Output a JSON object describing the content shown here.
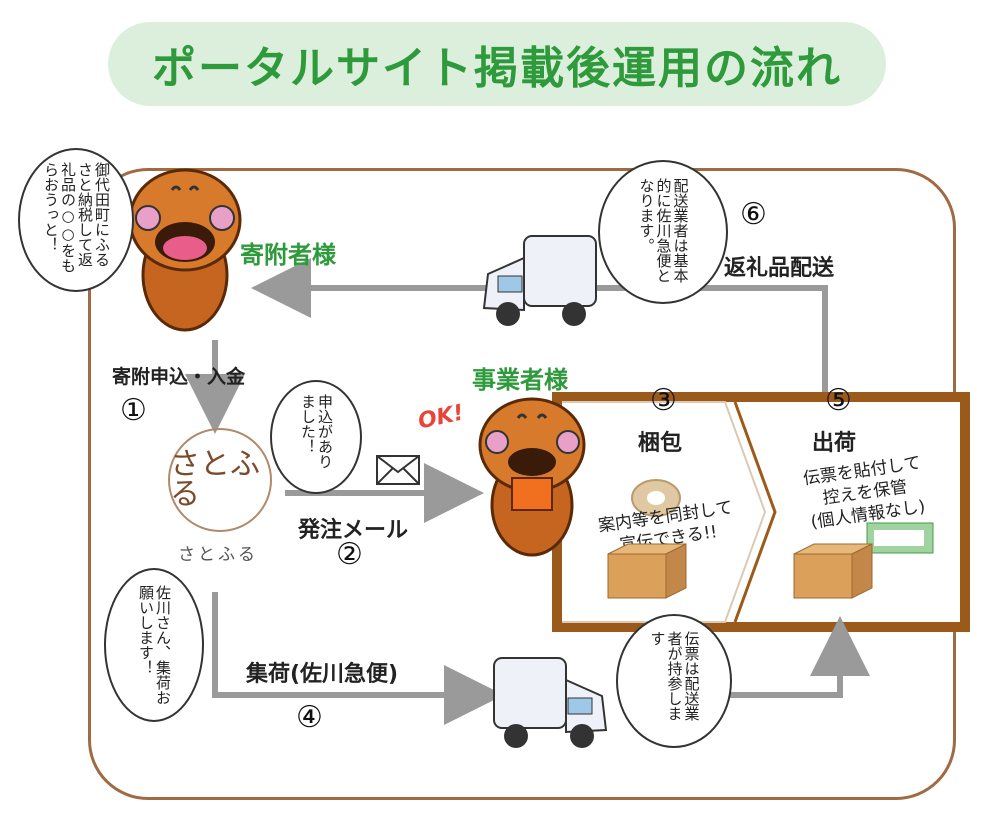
{
  "title": "ポータルサイト掲載後運用の流れ",
  "donor": {
    "label": "寄附者様",
    "speech": "御代田町にふるさと納税して返礼品の○○をもらおうっと！"
  },
  "business": {
    "label": "事業者様",
    "ok": "OK!"
  },
  "satofuru": {
    "logo": "さとふる",
    "name": "さとふる",
    "speech": "申込がありました！",
    "speech2": "佐川さん、集荷お願いします！"
  },
  "steps": {
    "s1": {
      "num": "①",
      "label": "寄附申込・入金"
    },
    "s2": {
      "num": "②",
      "label": "発注メール"
    },
    "s3": {
      "num": "③",
      "label": "梱包",
      "desc": "案内等を同封して宣伝できる!!"
    },
    "s4": {
      "num": "④",
      "label": "集荷(佐川急便)"
    },
    "s5": {
      "num": "⑤",
      "label": "出荷",
      "desc1": "伝票を貼付して",
      "desc2": "控えを保管",
      "desc3": "(個人情報なし)"
    },
    "s6": {
      "num": "⑥",
      "label": "返礼品配送"
    }
  },
  "bubbles": {
    "delivery": "配送業者は基本的に佐川急便となります。",
    "slip": "伝票は配送業者が持参します"
  },
  "colors": {
    "accent": "#2e9a3c",
    "box": "#9b5a1a",
    "arrow": "#9a9a9a",
    "frame": "#a06a43"
  }
}
